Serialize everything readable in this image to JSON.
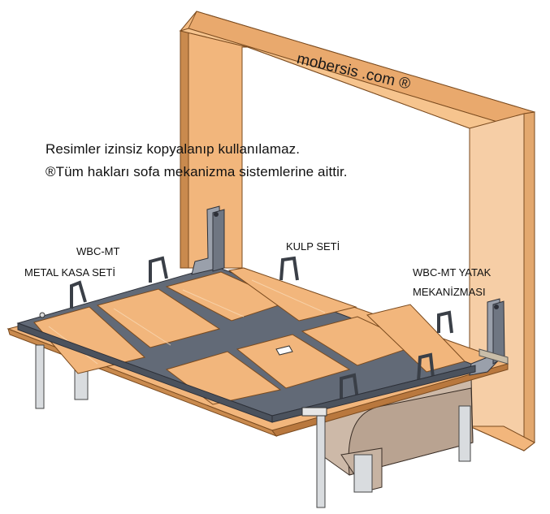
{
  "brand_text": "mobersis .com ®",
  "notice": {
    "line1": "Resimler izinsiz kopyalanıp kullanılamaz.",
    "line2": "®Tüm hakları sofa mekanizma sistemlerine aittir."
  },
  "labels": {
    "frame_title": "WBC-MT",
    "frame_sub": "METAL KASA SETİ",
    "handle": "KULP  SETİ",
    "mechanism_title": "WBC-MT  YATAK",
    "mechanism_sub": "MEKANİZMASI"
  },
  "colors": {
    "wood": "#f0b47a",
    "wood_light": "#f7d6b0",
    "metal": "#5b6270",
    "metal_light": "#9aa0ab",
    "sofa": "#cbb7a6"
  },
  "icon": "wall-bed-illustration"
}
